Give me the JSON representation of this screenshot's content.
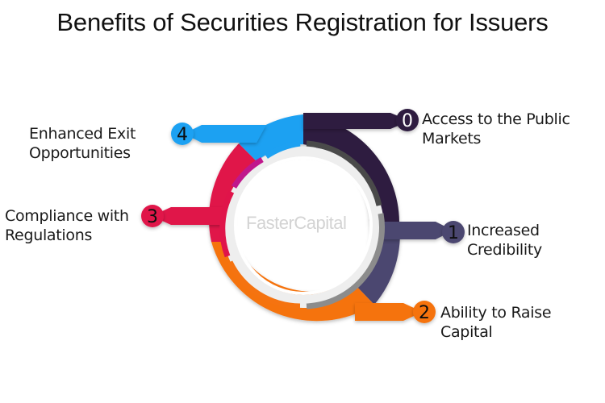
{
  "title": "Benefits of Securities Registration for Issuers",
  "watermark": "FasterCapital",
  "steps": [
    {
      "number": "0",
      "lines": [
        "Access to the Public",
        "Markets"
      ],
      "color": "#2d1e3f"
    },
    {
      "number": "1",
      "lines": [
        "Increased",
        "Credibility"
      ],
      "color": "#4b466f"
    },
    {
      "number": "2",
      "lines": [
        "Ability to Raise",
        "Capital"
      ],
      "color": "#f57310"
    },
    {
      "number": "3",
      "lines": [
        "Compliance with",
        "Regulations"
      ],
      "color": "#e0144a"
    },
    {
      "number": "4",
      "lines": [
        "Enhanced Exit",
        "Opportunities"
      ],
      "color": "#1da1f2"
    }
  ]
}
